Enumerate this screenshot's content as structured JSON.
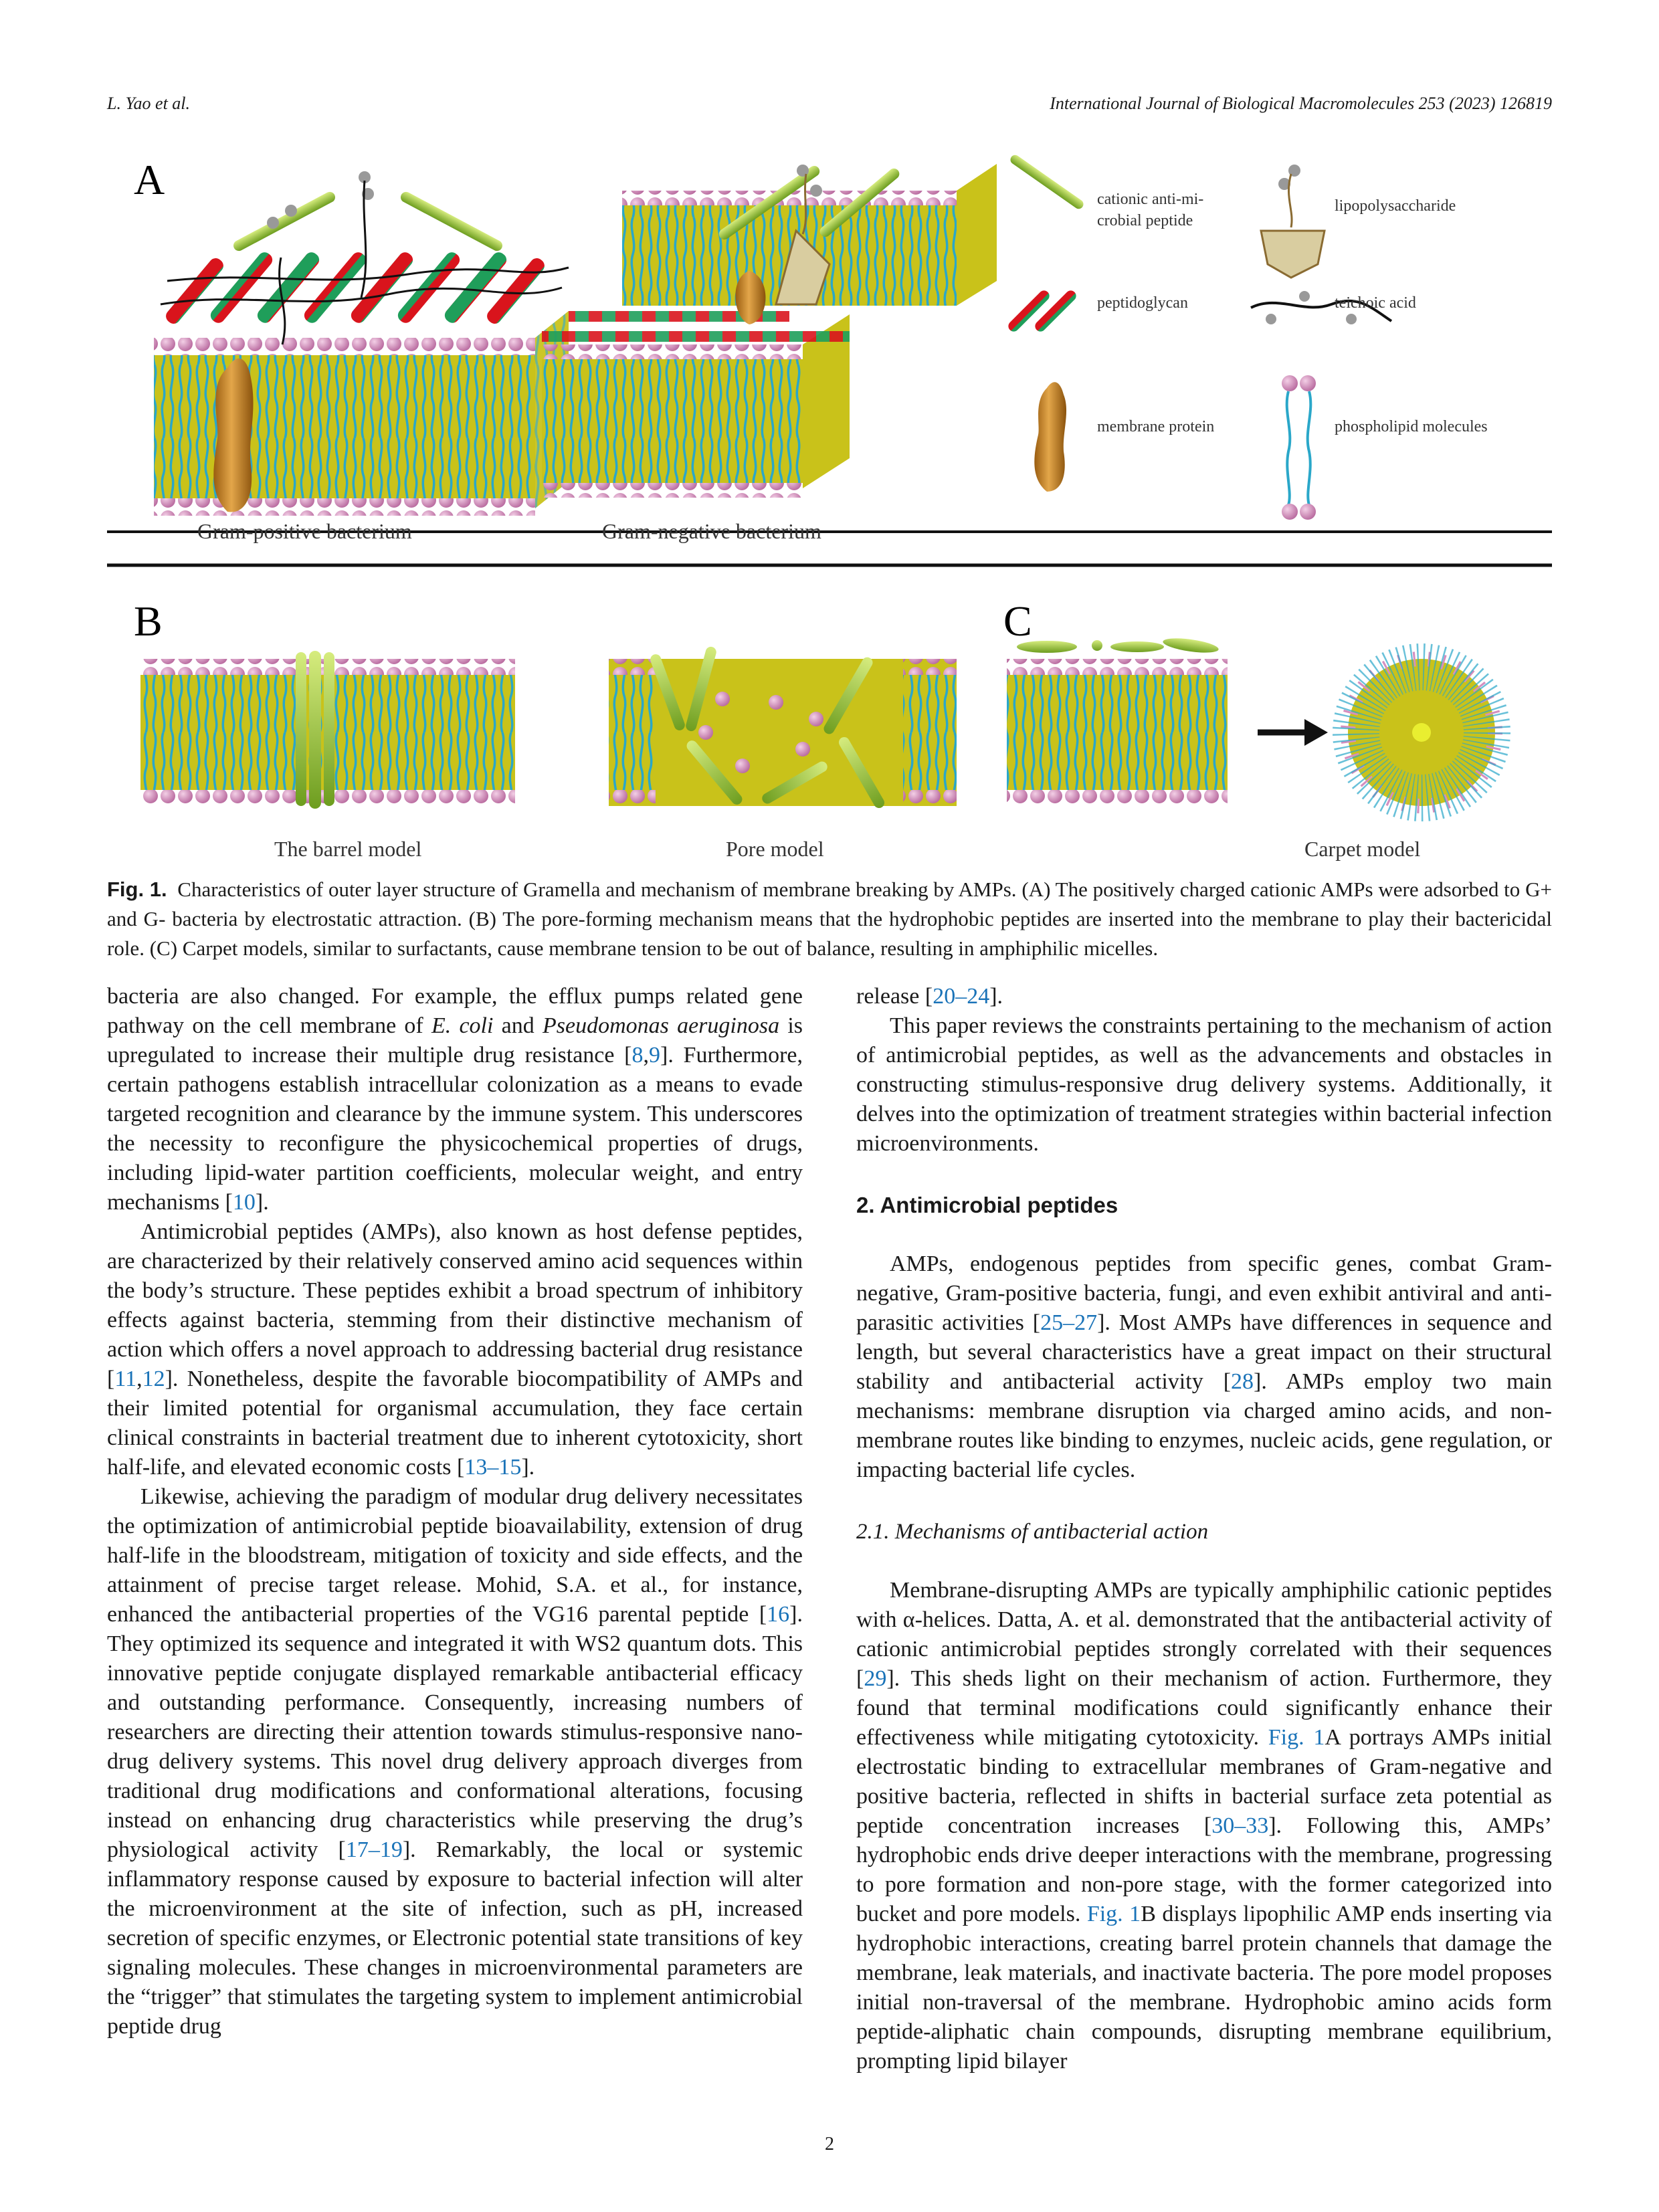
{
  "header": {
    "authors": "L. Yao et al.",
    "journal": "International Journal of Biological Macromolecules 253 (2023) 126819"
  },
  "figure": {
    "panel_a": "A",
    "panel_b": "B",
    "panel_c": "C",
    "gram_positive": "Gram-positive bacterium",
    "gram_negative": "Gram-negative bacterium",
    "legend": {
      "amp_line1": "cationic anti-mi-",
      "amp_line2": "crobial peptide",
      "lps": "lipopolysaccharide",
      "peptidoglycan": "peptidoglycan",
      "teichoic": "teichoic acid",
      "membrane_protein": "membrane protein",
      "phospholipid": "phospholipid molecules"
    },
    "barrel_model": "The barrel model",
    "pore_model": "Pore model",
    "carpet_model": "Carpet model"
  },
  "caption": {
    "label": "Fig. 1.",
    "text": "Characteristics of outer layer structure of Gramella and mechanism of membrane breaking by AMPs. (A) The positively charged cationic AMPs were adsorbed to G+ and G- bacteria by electrostatic attraction. (B) The pore-forming mechanism means that the hydrophobic peptides are inserted into the membrane to play their bactericidal role. (C) Carpet models, similar to surfactants, cause membrane tension to be out of balance, resulting in amphiphilic micelles."
  },
  "left_column": {
    "p1": {
      "a": "bacteria are also changed. For example, the efflux pumps related gene pathway on the cell membrane of ",
      "ecoli": "E. coli",
      "b": " and ",
      "pseudo": "Pseudomonas aeruginosa",
      "c": " is upregulated to increase their multiple drug resistance [",
      "r1": "8",
      "comma": ",",
      "r2": "9",
      "d": "]. Furthermore, certain pathogens establish intracellular colonization as a means to evade targeted recognition and clearance by the immune system. This underscores the necessity to reconfigure the physicochemical properties of drugs, including lipid-water partition coefficients, molecular weight, and entry mechanisms [",
      "r3": "10",
      "e": "]."
    },
    "p2": {
      "a": "Antimicrobial peptides (AMPs), also known as host defense peptides, are characterized by their relatively conserved amino acid sequences within the body’s structure. These peptides exhibit a broad spectrum of inhibitory effects against bacteria, stemming from their distinctive mechanism of action which offers a novel approach to addressing bacterial drug resistance [",
      "r1": "11",
      "comma": ",",
      "r2": "12",
      "b": "]. Nonetheless, despite the favorable biocompatibility of AMPs and their limited potential for organismal accumulation, they face certain clinical constraints in bacterial treatment due to inherent cytotoxicity, short half-life, and elevated economic costs [",
      "r3": "13–15",
      "c": "]."
    },
    "p3": {
      "a": "Likewise, achieving the paradigm of modular drug delivery necessitates the optimization of antimicrobial peptide bioavailability, extension of drug half-life in the bloodstream, mitigation of toxicity and side effects, and the attainment of precise target release. Mohid, S.A. et al., for instance, enhanced the antibacterial properties of the VG16 parental peptide [",
      "r1": "16",
      "b": "]. They optimized its sequence and integrated it with WS2 quantum dots. This innovative peptide conjugate displayed remarkable antibacterial efficacy and outstanding performance. Consequently, increasing numbers of researchers are directing their attention towards stimulus-responsive nano-drug delivery systems. This novel drug delivery approach diverges from traditional drug modifications and conformational alterations, focusing instead on enhancing drug characteristics while preserving the drug’s physiological activity [",
      "r2": "17–19",
      "c": "]. Remarkably, the local or systemic inflammatory response caused by exposure to bacterial infection will alter the microenvironment at the site of infection, such as pH, increased secretion of specific enzymes, or Electronic potential state transitions of key signaling molecules. These changes in microenvironmental parameters are the “trigger” that stimulates the targeting system to implement antimicrobial peptide drug"
    }
  },
  "right_column": {
    "p1": {
      "a": "release [",
      "r1": "20–24",
      "b": "]."
    },
    "p2": "This paper reviews the constraints pertaining to the mechanism of action of antimicrobial peptides, as well as the advancements and obstacles in constructing stimulus-responsive drug delivery systems. Additionally, it delves into the optimization of treatment strategies within bacterial infection microenvironments.",
    "section": "2.  Antimicrobial peptides",
    "p3": {
      "a": "AMPs, endogenous peptides from specific genes, combat Gram-negative, Gram-positive bacteria, fungi, and even exhibit antiviral and anti-parasitic activities [",
      "r1": "25–27",
      "b": "]. Most AMPs have differences in sequence and length, but several characteristics have a great impact on their structural stability and antibacterial activity [",
      "r2": "28",
      "c": "]. AMPs employ two main mechanisms: membrane disruption via charged amino acids, and non-membrane routes like binding to enzymes, nucleic acids, gene regulation, or impacting bacterial life cycles."
    },
    "subsection": "2.1.  Mechanisms of antibacterial action",
    "p4": {
      "a": "Membrane-disrupting AMPs are typically amphiphilic cationic peptides with α-helices. Datta, A. et al. demonstrated that the antibacterial activity of cationic antimicrobial peptides strongly correlated with their sequences [",
      "r1": "29",
      "b": "]. This sheds light on their mechanism of action. Furthermore, they found that terminal modifications could significantly enhance their effectiveness while mitigating cytotoxicity. ",
      "fig1": "Fig. 1",
      "c": "A portrays AMPs initial electrostatic binding to extracellular membranes of Gram-negative and positive bacteria, reflected in shifts in bacterial surface zeta potential as peptide concentration increases [",
      "r2": "30–33",
      "d": "]. Following this, AMPs’ hydrophobic ends drive deeper interactions with the membrane, progressing to pore formation and non-pore stage, with the former categorized into bucket and pore models. ",
      "fig2": "Fig. 1",
      "e": "B displays lipophilic AMP ends inserting via hydrophobic interactions, creating barrel protein channels that damage the membrane, leak materials, and inactivate bacteria. The pore model proposes initial non-traversal of the membrane. Hydrophobic amino acids form peptide-aliphatic chain compounds, disrupting membrane equilibrium, prompting lipid bilayer"
    }
  },
  "page_number": "2",
  "colors": {
    "membrane_fill": "#c9c21a",
    "lipid_tail": "#2aa7c9",
    "head": "#d48fc0",
    "protein": "#c8841f",
    "peptide_green": "#8cc63f",
    "pg_red": "#d9141c",
    "pg_green": "#1f9e5a",
    "link": "#1a73b8"
  }
}
